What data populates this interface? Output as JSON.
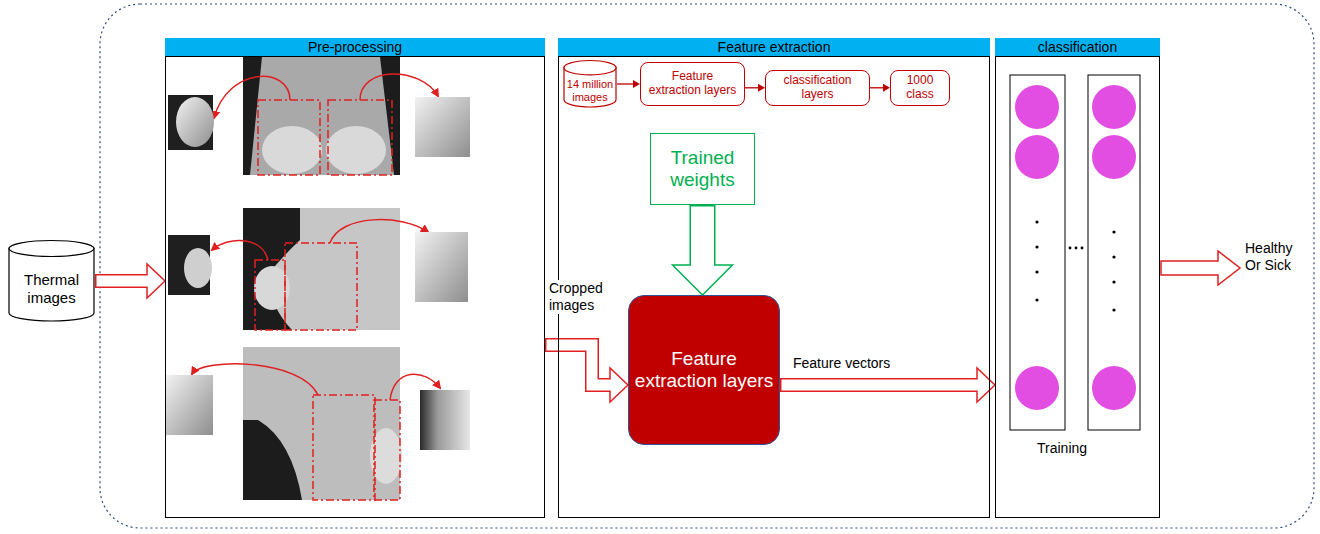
{
  "diagram": {
    "nodes": [
      {
        "text": [
          "Thermal images"
        ]
      },
      {
        "text": [
          "Pre-processing"
        ]
      },
      {
        "text": [
          "Feature extraction"
        ]
      },
      {
        "text": [
          "14 million images"
        ],
        "in": 2
      },
      {
        "text": [
          "Feature extraction layers"
        ],
        "in": 2
      },
      {
        "text": [
          "classification layers"
        ],
        "in": 2
      },
      {
        "text": [
          "1000 class"
        ],
        "in": 2
      },
      {
        "text": [
          "Trained weights"
        ],
        "in": 2
      },
      {
        "text": [
          "Feature extraction layers"
        ],
        "in": 2
      },
      {
        "text": [
          "classification",
          "Training"
        ]
      }
    ],
    "edges": [
      {
        "from": 0,
        "to": 1,
        "arrow": "to"
      },
      {
        "from": 3,
        "to": 4,
        "arrow": "to"
      },
      {
        "from": 4,
        "to": 5,
        "arrow": "to"
      },
      {
        "from": 5,
        "to": 6,
        "arrow": "to"
      },
      {
        "from": 7,
        "to": 8,
        "arrow": "to"
      },
      {
        "from": 1,
        "to": 8,
        "label": "Cropped images",
        "arrow": "to"
      },
      {
        "from": 8,
        "to": 9,
        "label": "Feature vectors",
        "arrow": "to"
      }
    ],
    "labels": [
      "Healthy Or Sick"
    ]
  }
}
